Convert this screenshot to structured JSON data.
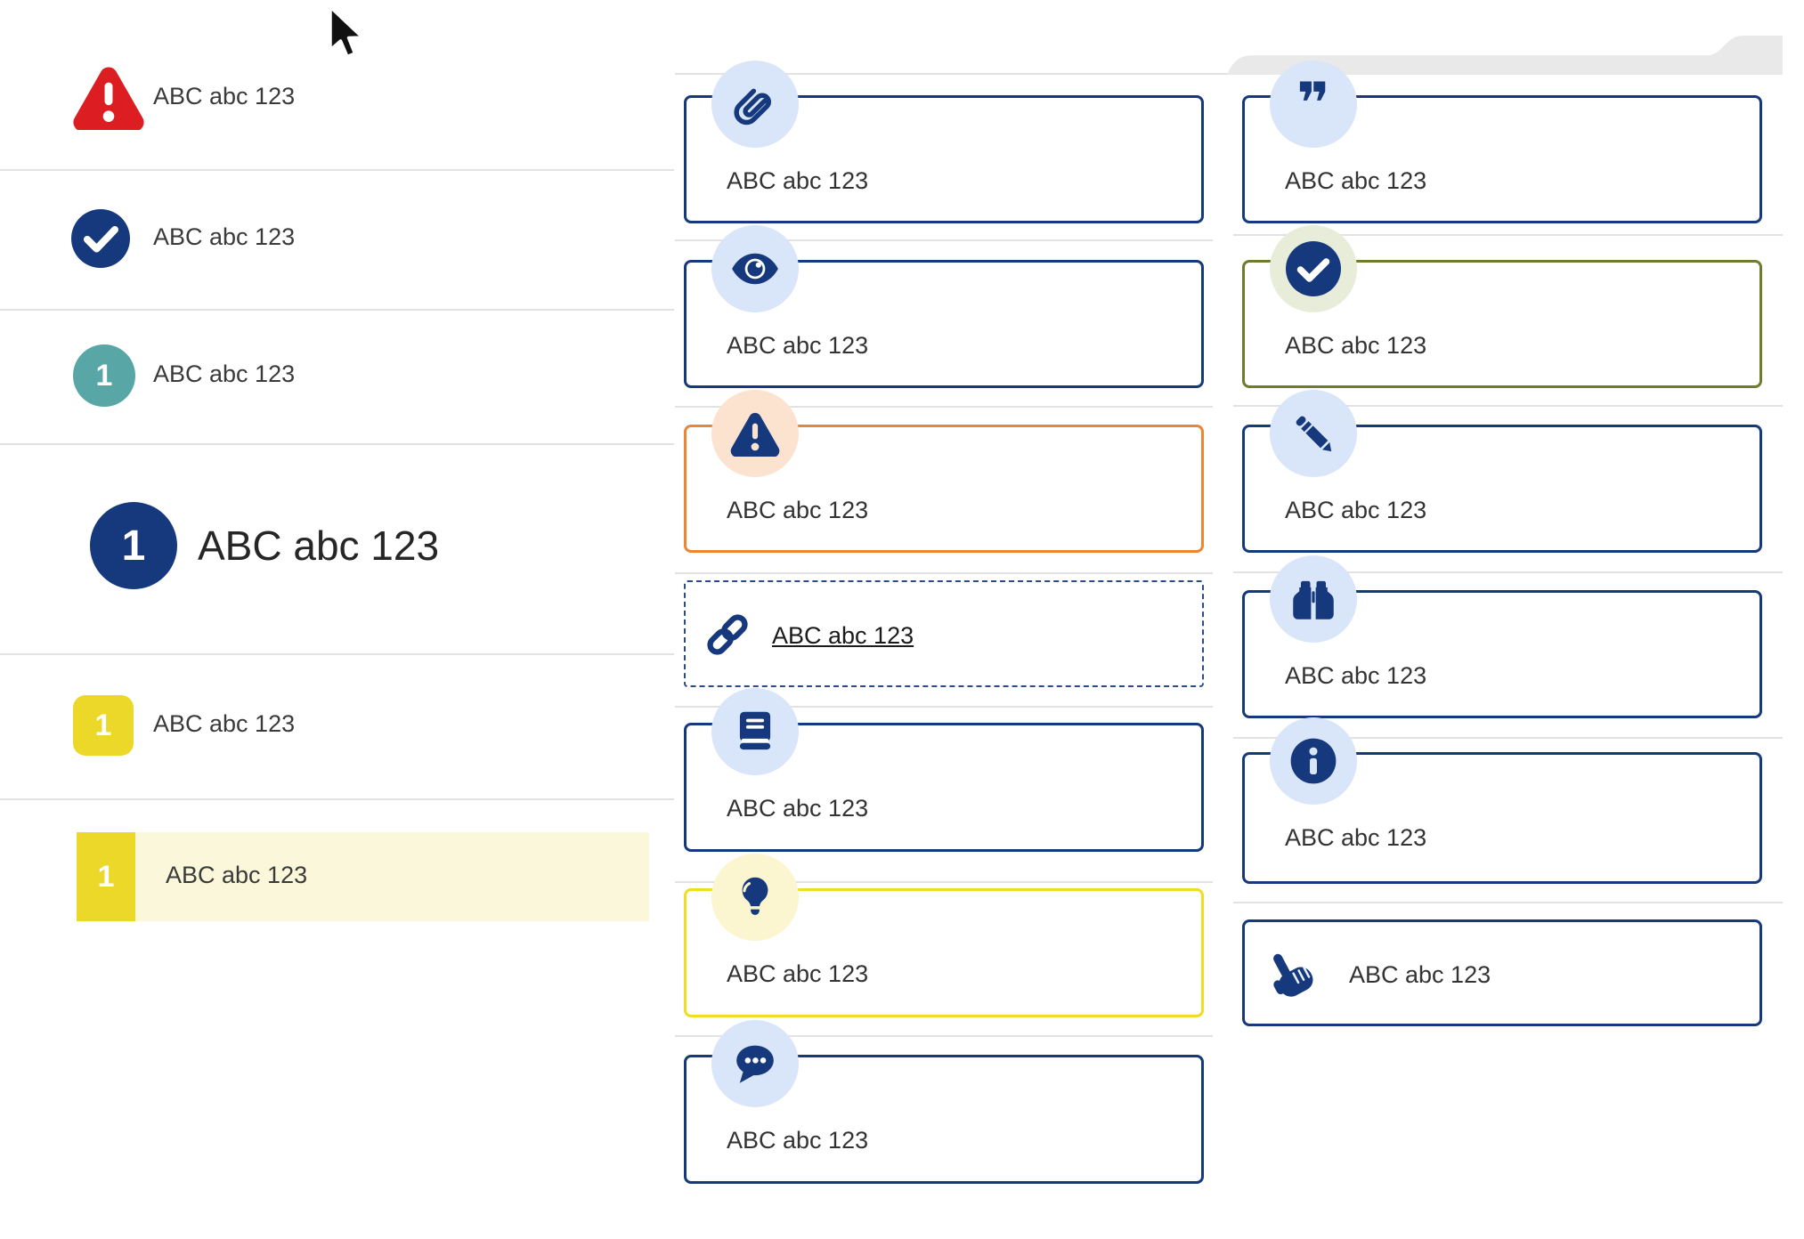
{
  "left_list": {
    "items": [
      {
        "icon": "warning-triangle-icon",
        "label": "ABC abc 123",
        "variant": "alert"
      },
      {
        "icon": "check-circle-icon",
        "label": "ABC abc 123",
        "variant": "success"
      },
      {
        "icon": "teal-number-badge",
        "number": "1",
        "label": "ABC abc 123",
        "variant": "teal-circle"
      },
      {
        "icon": "navy-number-badge",
        "number": "1",
        "label": "ABC abc 123",
        "variant": "navy-circle-large-heading"
      },
      {
        "icon": "yellow-number-badge",
        "number": "1",
        "label": "ABC abc 123",
        "variant": "yellow-square"
      },
      {
        "icon": "yellow-number-badge",
        "number": "1",
        "label": "ABC abc 123",
        "variant": "yellow-square-highlighted"
      }
    ]
  },
  "middle_column": {
    "boxes": [
      {
        "icon": "paperclip-icon",
        "label": "ABC abc 123",
        "style": "navy"
      },
      {
        "icon": "eye-icon",
        "label": "ABC abc 123",
        "style": "navy"
      },
      {
        "icon": "warning-icon",
        "label": "ABC abc 123",
        "style": "orange"
      },
      {
        "icon": "link-icon",
        "label": "ABC abc 123",
        "style": "dashed-link"
      },
      {
        "icon": "book-icon",
        "label": "ABC abc 123",
        "style": "navy"
      },
      {
        "icon": "lightbulb-icon",
        "label": "ABC abc 123",
        "style": "yellow"
      },
      {
        "icon": "comments-icon",
        "label": "ABC abc 123",
        "style": "navy"
      }
    ]
  },
  "right_column": {
    "boxes": [
      {
        "icon": "quote-icon",
        "label": "ABC abc 123",
        "style": "navy"
      },
      {
        "icon": "check-icon",
        "label": "ABC abc 123",
        "style": "olive"
      },
      {
        "icon": "pencil-icon",
        "label": "ABC abc 123",
        "style": "navy"
      },
      {
        "icon": "binoculars-icon",
        "label": "ABC abc 123",
        "style": "navy"
      },
      {
        "icon": "info-icon",
        "label": "ABC abc 123",
        "style": "navy"
      },
      {
        "icon": "hand-pointer-icon",
        "label": "ABC abc 123",
        "style": "navy-inline"
      }
    ]
  },
  "icons": {
    "quote_glyph": "❞"
  },
  "colors": {
    "navy": "#16397e",
    "red": "#dc1e23",
    "teal": "#58a6a6",
    "yellow_badge": "#ecd829",
    "yellow_border": "#f2dc22",
    "orange": "#ee8533",
    "olive": "#6f7b2d",
    "light_blue": "#d9e5f8",
    "peach": "#fbe3d0",
    "cream": "#fbf5d0",
    "light_green": "#e8edda",
    "highlight_bg": "#fbf7da",
    "divider": "#e2e2e2",
    "gray_band": "#e9e9e9",
    "text": "#333333"
  }
}
